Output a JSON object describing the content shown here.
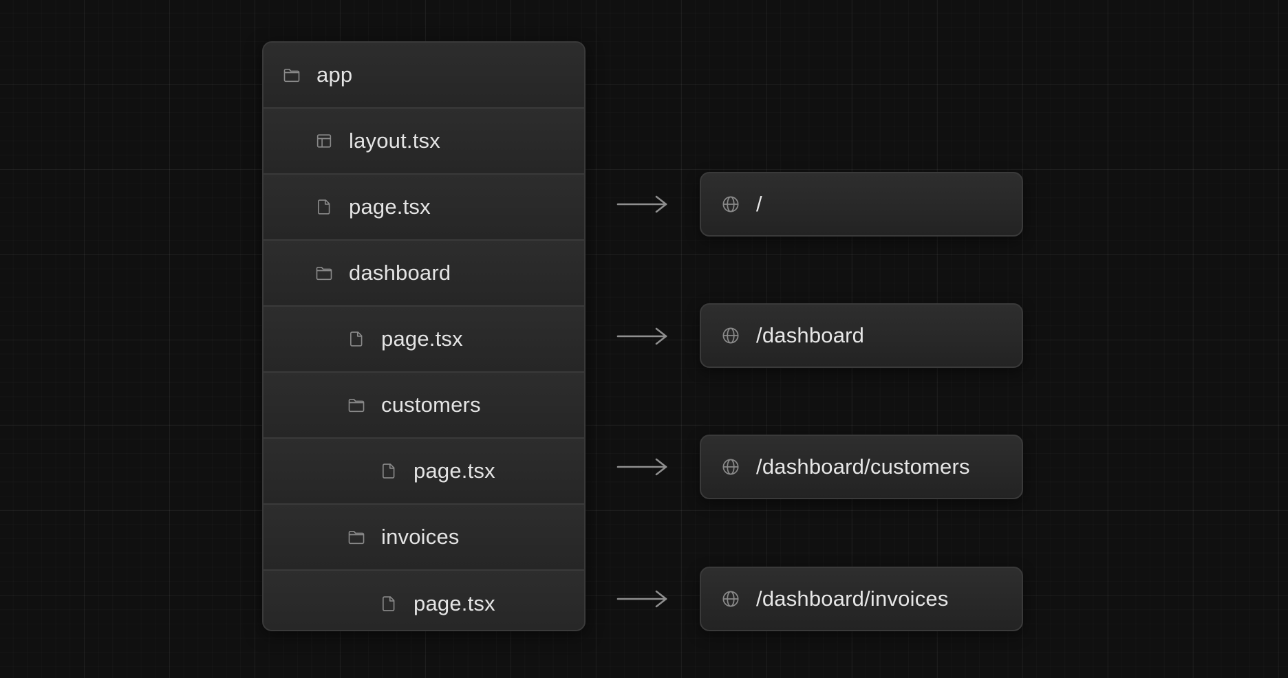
{
  "tree": {
    "rows": [
      {
        "name": "app",
        "icon": "folder-icon",
        "level": 0
      },
      {
        "name": "layout.tsx",
        "icon": "layout-icon",
        "level": 1
      },
      {
        "name": "page.tsx",
        "icon": "file-icon",
        "level": 1
      },
      {
        "name": "dashboard",
        "icon": "folder-icon",
        "level": 1
      },
      {
        "name": "page.tsx",
        "icon": "file-icon",
        "level": 2
      },
      {
        "name": "customers",
        "icon": "folder-icon",
        "level": 2
      },
      {
        "name": "page.tsx",
        "icon": "file-icon",
        "level": 3
      },
      {
        "name": "invoices",
        "icon": "folder-icon",
        "level": 2
      },
      {
        "name": "page.tsx",
        "icon": "file-icon",
        "level": 3
      }
    ]
  },
  "routes": [
    {
      "path": "/",
      "icon": "globe-icon",
      "source_row": 2
    },
    {
      "path": "/dashboard",
      "icon": "globe-icon",
      "source_row": 4
    },
    {
      "path": "/dashboard/customers",
      "icon": "globe-icon",
      "source_row": 6
    },
    {
      "path": "/dashboard/invoices",
      "icon": "globe-icon",
      "source_row": 8
    }
  ],
  "colors": {
    "background": "#101010",
    "panel": "#262626",
    "border": "#3a3a3a",
    "text": "#e4e4e4",
    "icon": "#8a8a8a",
    "arrow": "#8f8f8f"
  }
}
